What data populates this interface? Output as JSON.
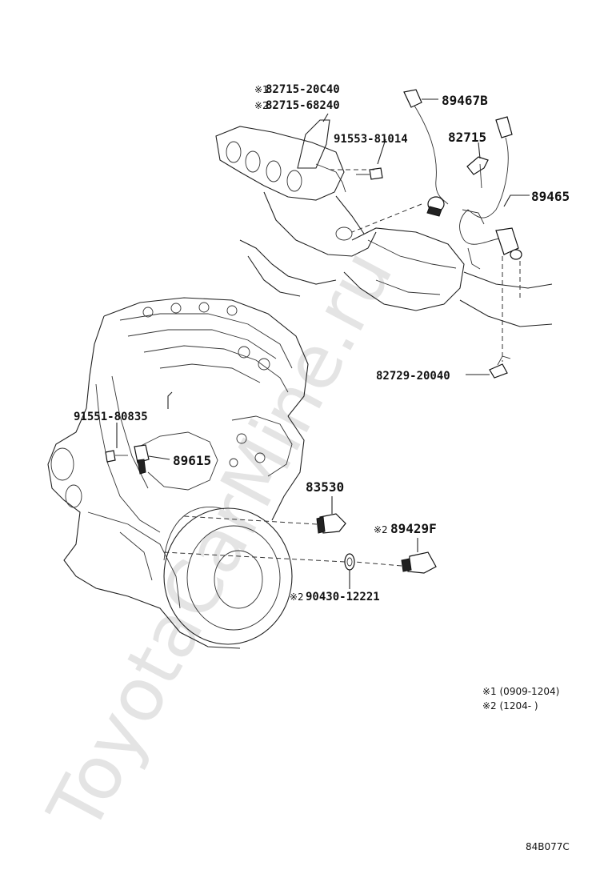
{
  "watermark": "ToyotaCarMine.ru",
  "labels": {
    "p1_note": "※1",
    "p1": "82715-20C40",
    "p2_note": "※2",
    "p2": "82715-68240",
    "p3": "91553-81014",
    "p4": "89467B",
    "p5": "82715",
    "p6": "89465",
    "p7": "82729-20040",
    "p8": "91551-80835",
    "p9": "89615",
    "p10": "83530",
    "p11_note": "※2",
    "p11": "89429F",
    "p12_note": "※2",
    "p12": "90430-12221"
  },
  "legend": {
    "l1": "※1 (0909-1204)",
    "l2": "※2 (1204-      )"
  },
  "diagram_code": "84B077C"
}
